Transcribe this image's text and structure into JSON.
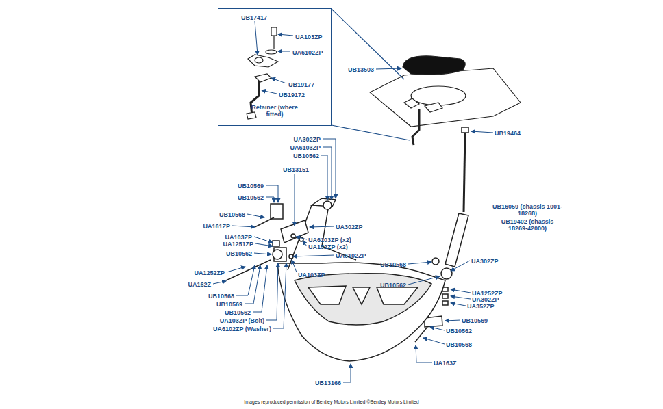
{
  "diagram": {
    "nodes": [
      {
        "text": [
          "UB17417",
          "UA103ZP",
          "UA6102ZP",
          "UB19177",
          "UB19172",
          "Retainer (where fitted)"
        ]
      }
    ],
    "labels": [
      "UB13503",
      "UB19464",
      "UA302ZP",
      "UA6103ZP",
      "UB10562",
      "UB13151",
      "UB10569",
      "UB10562",
      "UB10568",
      "UA161ZP",
      "UA302ZP",
      "UA103ZP",
      "UA6103ZP (x2)",
      "UA1251ZP",
      "UA152ZP (x2)",
      "UB10562",
      "UA6102ZP",
      "UA103ZP",
      "UB16059 (chassis 1001-18268)",
      "UB19402 (chassis 18269-42000)",
      "UB10568",
      "UA302ZP",
      "UB10562",
      "UA1252ZP",
      "UA302ZP",
      "UA352ZP",
      "UA1252ZP",
      "UA162Z",
      "UB10568",
      "UB10569",
      "UB10562",
      "UA103ZP (Bolt)",
      "UA6102ZP (Washer)",
      "UB10569",
      "UB10562",
      "UB10568",
      "UA163Z",
      "UB13166",
      "Images reproduced permission of Bentley Motors Limited ©Bentley Motors Limited"
    ]
  }
}
